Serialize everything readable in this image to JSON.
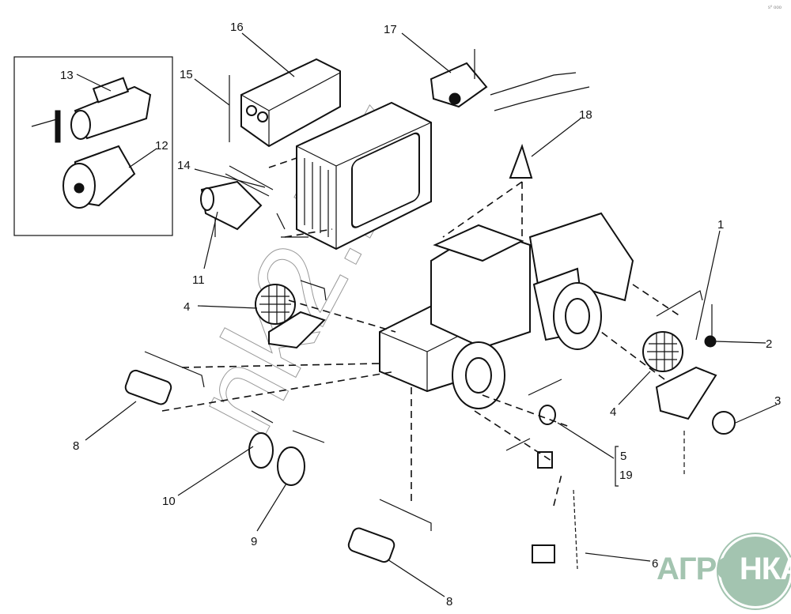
{
  "diagram": {
    "title": "Tractor electrical equipment exploded view",
    "callouts": {
      "c1": "1",
      "c2": "2",
      "c3": "3",
      "c4a": "4",
      "c4b": "4",
      "c5": "5",
      "c19": "19",
      "c6": "6",
      "c8a": "8",
      "c8b": "8",
      "c9": "9",
      "c10": "10",
      "c11": "11",
      "c12": "12",
      "c13": "13",
      "c14": "14",
      "c15": "15",
      "c16": "16",
      "c17": "17",
      "c18": "18"
    },
    "corner_mark": "s⁰ ooo",
    "watermark": "nk2.by",
    "logo": {
      "left": "АГРО",
      "right": "НКА",
      "color": "#a3c4b0"
    }
  }
}
